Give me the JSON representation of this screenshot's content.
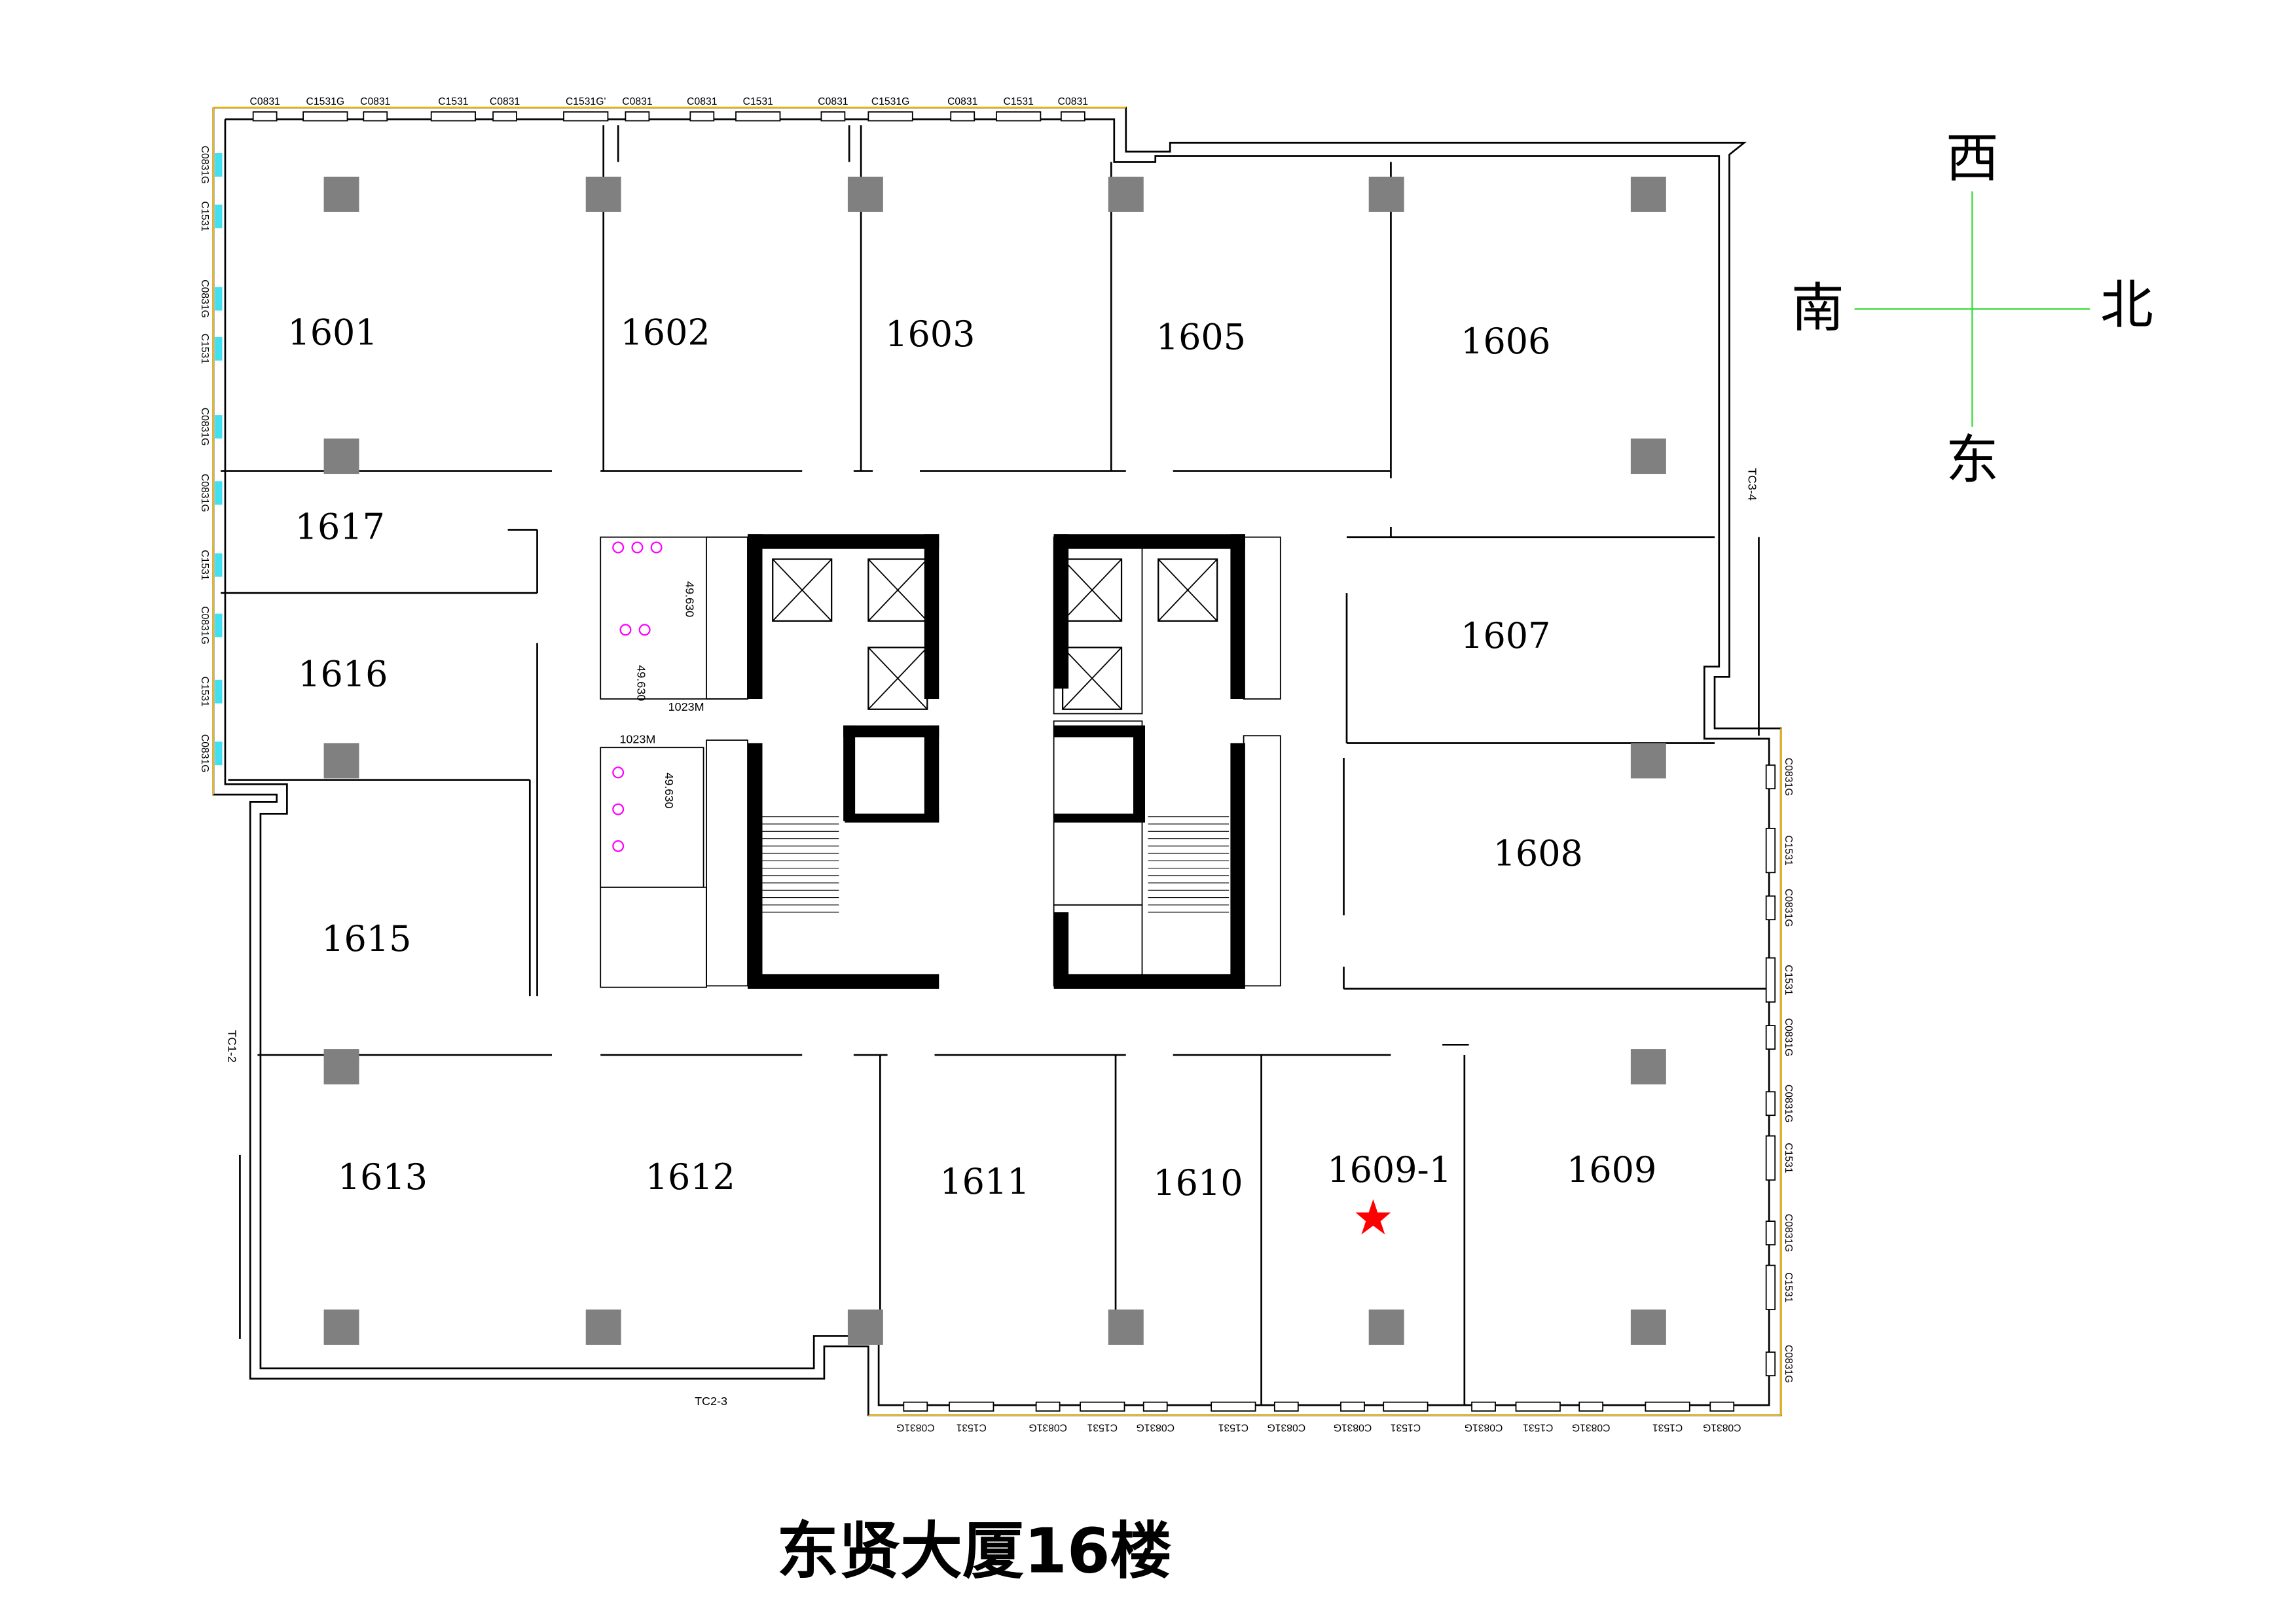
{
  "title": "东贤大厦16楼",
  "compass": {
    "west": "西",
    "north": "北",
    "south": "南",
    "east": "东"
  },
  "rooms": [
    "1601",
    "1602",
    "1603",
    "1605",
    "1606",
    "1617",
    "1616",
    "1607",
    "1608",
    "1615",
    "1613",
    "1612",
    "1611",
    "1610",
    "1609-1",
    "1609"
  ],
  "highlighted_room": "1609-1",
  "marker_icon": "red-star",
  "colors": {
    "marker": "#ff0000",
    "window_edge": "#f5b800",
    "glass": "#40e0f0",
    "compass": "#33dd33",
    "pillar": "#808080",
    "fixtures": "#ff00ff"
  },
  "windows": {
    "top": [
      "C0831",
      "C1531G",
      "C0831",
      "C1531",
      "C0831",
      "C1531G'",
      "C0831",
      "C0831",
      "C1531",
      "C0831",
      "C1531G",
      "C0831",
      "C1531",
      "C0831"
    ],
    "bottom": [
      "C0831G",
      "C1531",
      "C0831G",
      "C1531",
      "C0831G",
      "C1531",
      "C0831G",
      "C0831G",
      "C1531",
      "C0831G",
      "C1531",
      "C0831G",
      "C1531",
      "C0831G"
    ],
    "left": [
      "C0831G",
      "C1531",
      "C0831G",
      "C1531",
      "C0831G",
      "C0831G",
      "C1531",
      "C0831G",
      "C1531",
      "C0831G"
    ],
    "right": [
      "C0831G",
      "C1531",
      "C0831G",
      "C1531",
      "C0831G",
      "C0831G",
      "C1531",
      "C0831G",
      "C1531",
      "C0831G"
    ]
  },
  "curtain_walls": {
    "east": "TC3-4",
    "west": "TC1-2",
    "south": "TC2-3"
  },
  "doors": [
    "1023M",
    "1023M"
  ],
  "core_labels": [
    "49.630",
    "49.630",
    "49.630"
  ]
}
